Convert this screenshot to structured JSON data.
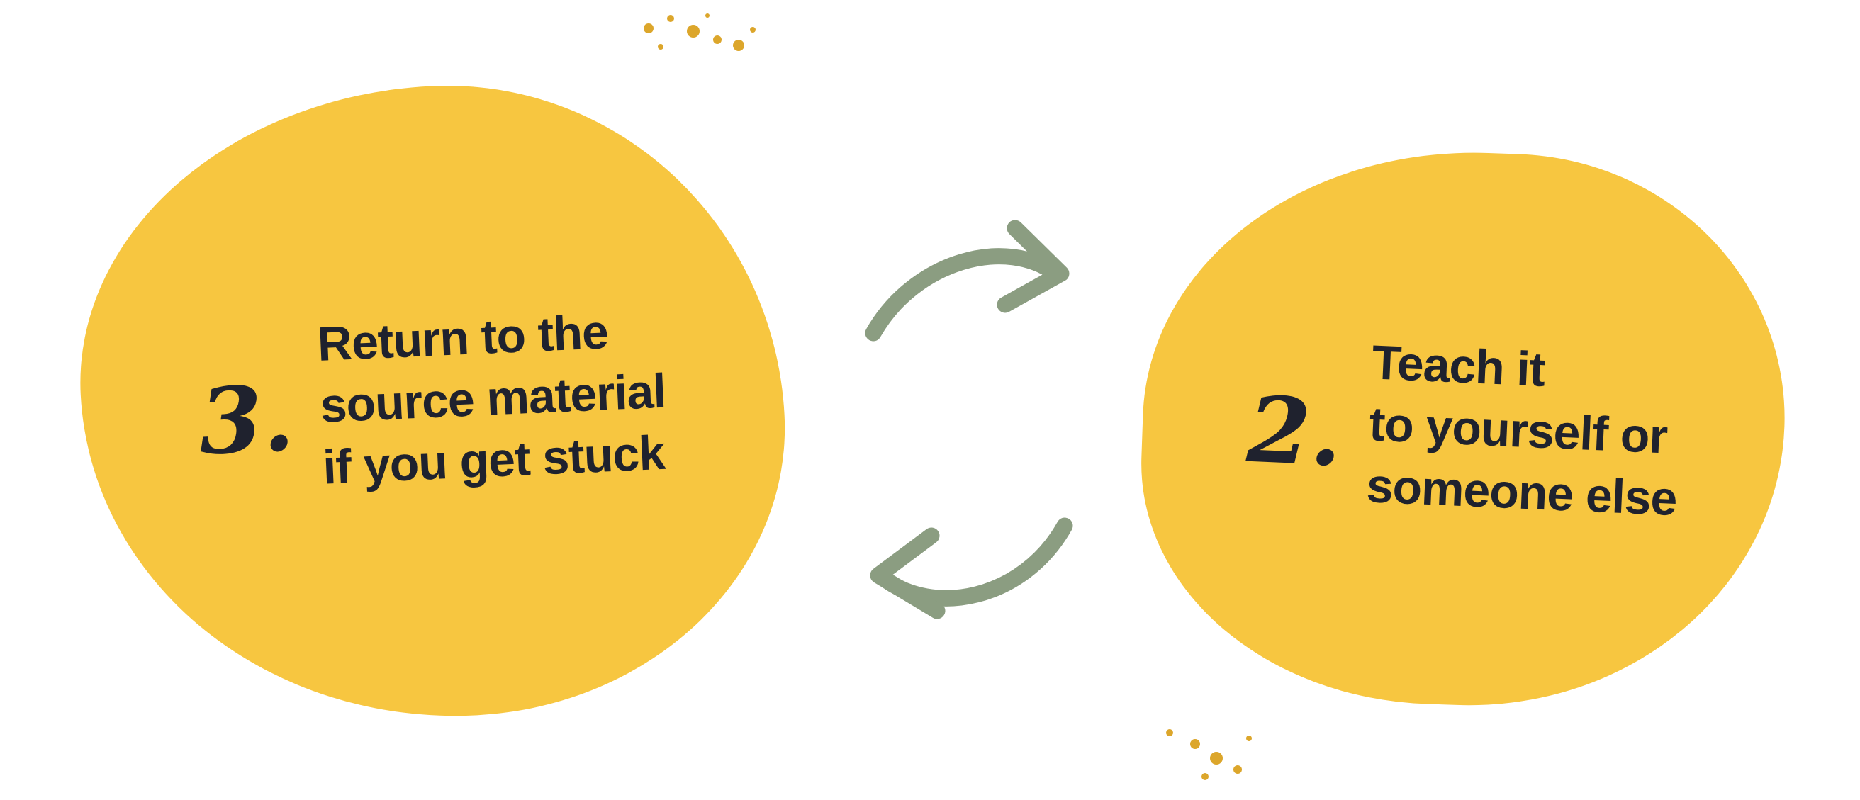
{
  "colors": {
    "blob_fill": "#f7c640",
    "text": "#1f222e",
    "arrow": "#8b9d81",
    "speckle": "#dca62b",
    "page_bg": "#ffffff"
  },
  "steps": [
    {
      "number": "3.",
      "lines": [
        "Return to the",
        "source material",
        "if you get stuck"
      ]
    },
    {
      "number": "2.",
      "lines": [
        "Teach it",
        "to yourself or",
        "someone else"
      ]
    }
  ],
  "icons": {
    "arrow_top": "cycle-arrow-right",
    "arrow_bottom": "cycle-arrow-left"
  }
}
